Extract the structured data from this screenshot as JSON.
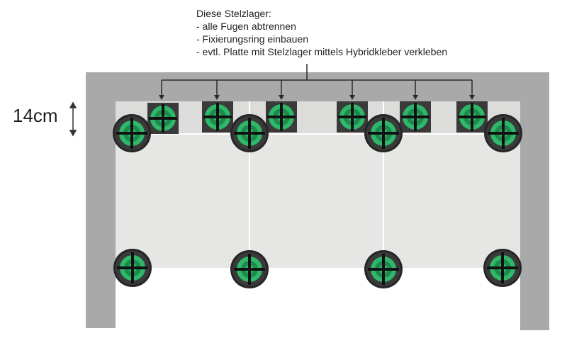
{
  "annotation": {
    "title": "Diese Stelzlager:",
    "lines": [
      "- alle Fugen abtrennen",
      "- Fixierungsring einbauen",
      "- evtl. Platte mit Stelzlager mittels Hybridkleber verkleben"
    ]
  },
  "dimension": {
    "label": "14cm"
  },
  "colors": {
    "wall": "#a9a9a9",
    "tile": "#e6e6e4",
    "pedestal_outer": "#2a2a2a",
    "pedestal_green": "#2fb86a",
    "pedestal_inner": "#1e7a45",
    "leader": "#2b2b2b"
  }
}
